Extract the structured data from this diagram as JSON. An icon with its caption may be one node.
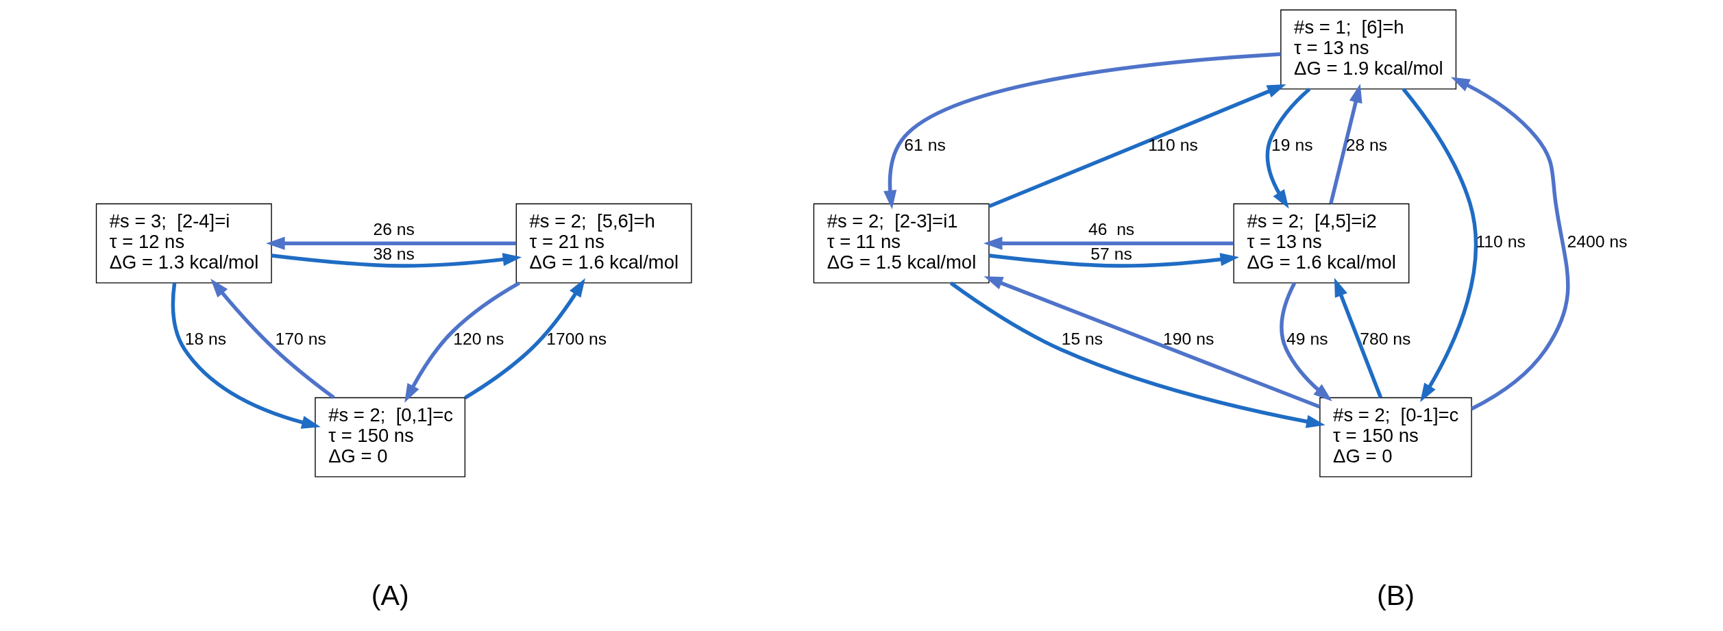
{
  "diagram": {
    "nodes": [
      {
        "text": [
          "#s = 3;  [2-4]=i",
          "τ = 12 ns",
          "ΔG = 1.3 kcal/mol"
        ]
      },
      {
        "text": [
          "#s = 2;  [5,6]=h",
          "τ = 21 ns",
          "ΔG = 1.6 kcal/mol"
        ]
      },
      {
        "text": [
          "#s = 2;  [0,1]=c",
          "τ = 150 ns",
          "ΔG = 0"
        ]
      },
      {
        "text": [
          "#s = 1;  [6]=h",
          "τ = 13 ns",
          "ΔG = 1.9 kcal/mol"
        ]
      },
      {
        "text": [
          "#s = 2;  [2-3]=i1",
          "τ = 11 ns",
          "ΔG = 1.5 kcal/mol"
        ]
      },
      {
        "text": [
          "#s = 2;  [4,5]=i2",
          "τ = 13 ns",
          "ΔG = 1.6 kcal/mol"
        ]
      },
      {
        "text": [
          "#s = 2;  [0-1]=c",
          "τ = 150 ns",
          "ΔG = 0"
        ]
      }
    ],
    "edges": [
      {
        "from": 1,
        "to": 0,
        "arrow": "to",
        "label": "26 ns"
      },
      {
        "from": 0,
        "to": 1,
        "arrow": "to",
        "label": "38 ns",
        "color": "#1f6cc4"
      },
      {
        "from": 2,
        "to": 0,
        "arrow": "to",
        "label": "170 ns"
      },
      {
        "from": 0,
        "to": 2,
        "arrow": "to",
        "label": "18 ns",
        "color": "#1f6cc4"
      },
      {
        "from": 1,
        "to": 2,
        "arrow": "to",
        "label": "120 ns"
      },
      {
        "from": 2,
        "to": 1,
        "arrow": "to",
        "label": "1700 ns",
        "color": "#1f6cc4"
      },
      {
        "from": 3,
        "to": 4,
        "arrow": "to",
        "label": "61 ns"
      },
      {
        "from": 4,
        "to": 3,
        "arrow": "to",
        "label": "110 ns",
        "color": "#1f6cc4"
      },
      {
        "from": 5,
        "to": 3,
        "arrow": "to",
        "label": "28 ns"
      },
      {
        "from": 3,
        "to": 5,
        "arrow": "to",
        "label": "19 ns",
        "color": "#1f6cc4"
      },
      {
        "from": 5,
        "to": 4,
        "arrow": "to",
        "label": "46  ns"
      },
      {
        "from": 4,
        "to": 5,
        "arrow": "to",
        "label": "57 ns",
        "color": "#1f6cc4"
      },
      {
        "from": 3,
        "to": 6,
        "arrow": "to",
        "label": "110 ns",
        "color": "#1f6cc4"
      },
      {
        "from": 6,
        "to": 3,
        "arrow": "to",
        "label": "2400 ns"
      },
      {
        "from": 6,
        "to": 4,
        "arrow": "to",
        "label": "190 ns"
      },
      {
        "from": 4,
        "to": 6,
        "arrow": "to",
        "label": "15 ns",
        "color": "#1f6cc4"
      },
      {
        "from": 5,
        "to": 6,
        "arrow": "to",
        "label": "49 ns"
      },
      {
        "from": 6,
        "to": 5,
        "arrow": "to",
        "label": "780 ns",
        "color": "#1f6cc4"
      }
    ],
    "labels": [
      "(A)",
      "(B)"
    ]
  }
}
